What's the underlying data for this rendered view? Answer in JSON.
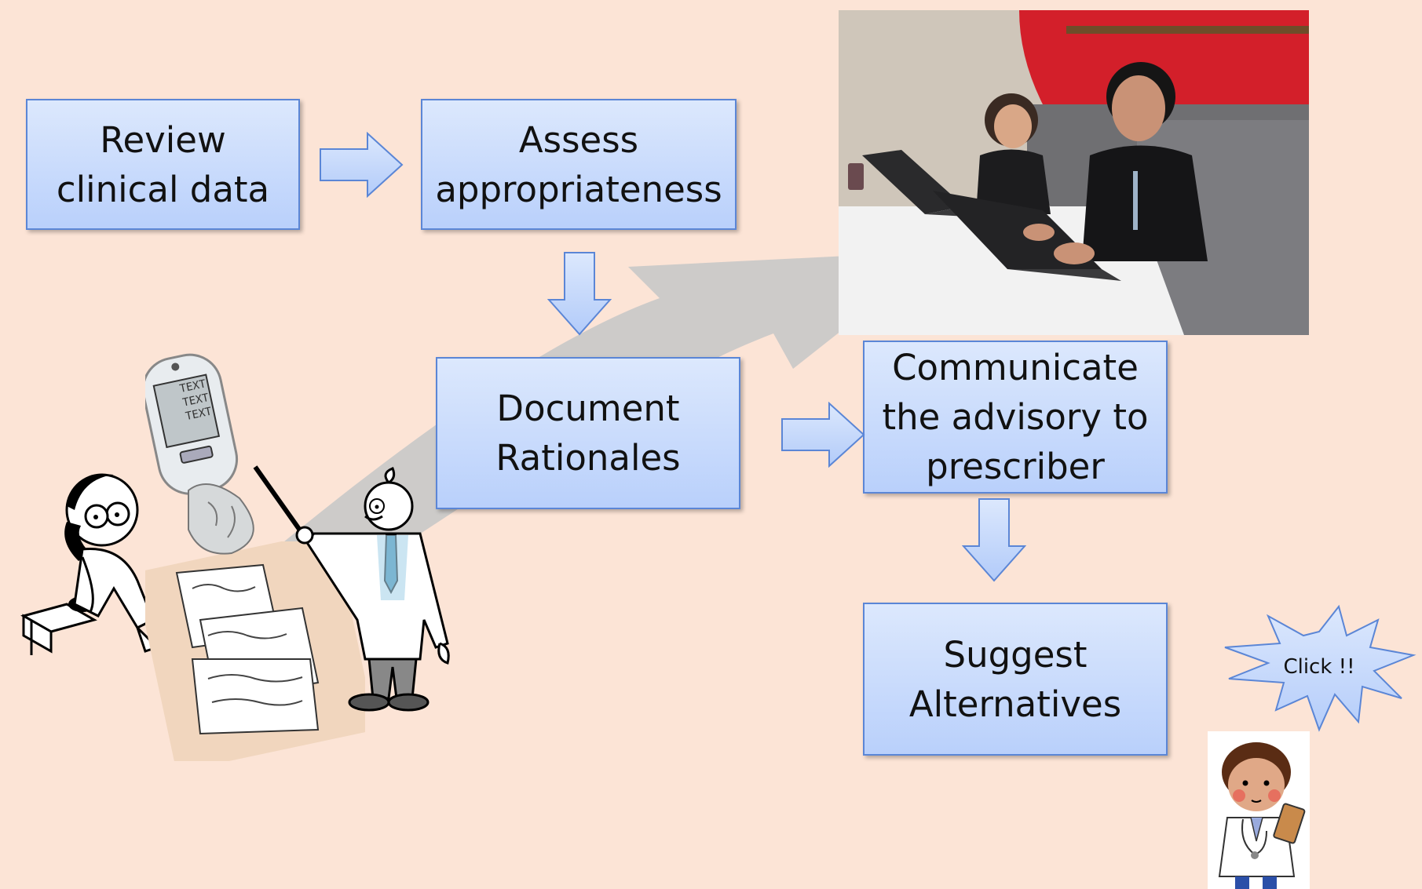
{
  "steps": {
    "review": "Review\nclinical data",
    "assess": "Assess\nappropriateness",
    "document": "Document\nRationales",
    "communicate": "Communicate\nthe advisory to\nprescriber",
    "suggest": "Suggest\nAlternatives"
  },
  "callout": {
    "label": "Click !!"
  },
  "phone_screen": {
    "lines": [
      "TEXT",
      "TEXT",
      "TEXT"
    ]
  },
  "colors": {
    "background": "#fce4d6",
    "box_fill_top": "#dce8fd",
    "box_fill_bottom": "#b9d0fb",
    "box_border": "#5b86d6",
    "background_arrow": "#c9c9c9"
  }
}
